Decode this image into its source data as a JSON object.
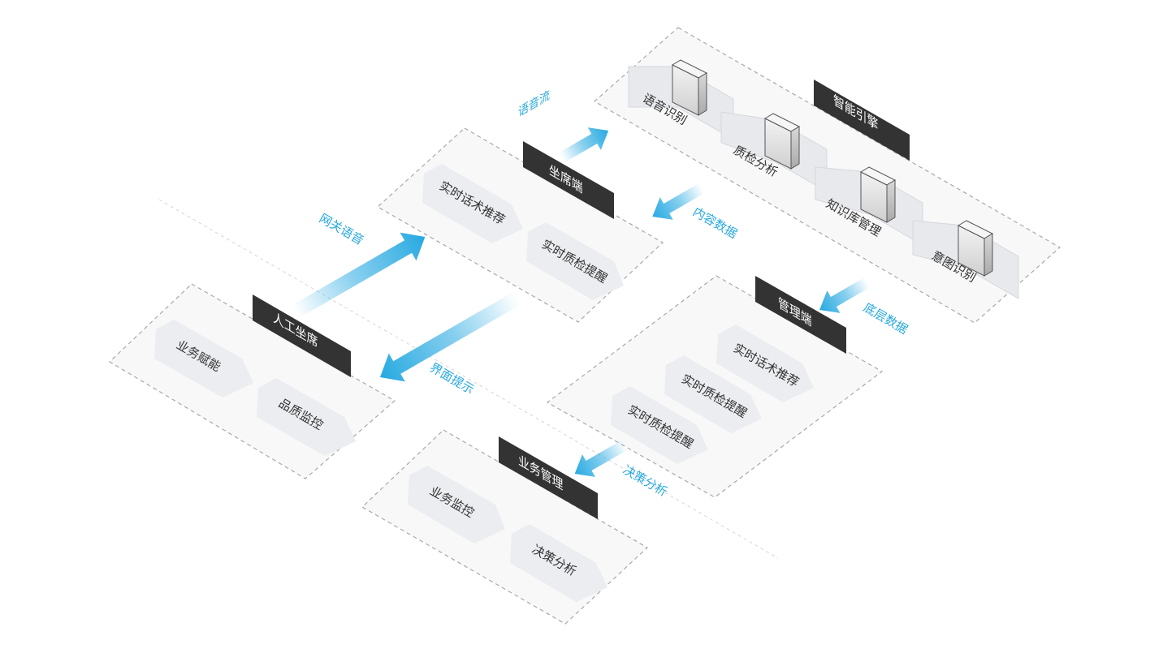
{
  "colors": {
    "accent": "#27a9e1",
    "tag_background": "#333333",
    "panel_background": "#f8f8f9",
    "module_background": "#ebedf0",
    "dashed_border": "#a9a9a9"
  },
  "panels": {
    "engine": {
      "title": "智能引擎",
      "modules": [
        "语音识别",
        "质检分析",
        "知识库管理",
        "意图识别"
      ],
      "module_icon": "server-icon"
    },
    "agent_client": {
      "title": "坐席端",
      "modules": [
        "实时话术推荐",
        "实时质检提醒"
      ]
    },
    "human_agent": {
      "title": "人工坐席",
      "modules": [
        "业务赋能",
        "品质监控"
      ]
    },
    "admin_client": {
      "title": "管理端",
      "modules": [
        "实时话术推荐",
        "实时质检提醒",
        "实时质检提醒"
      ]
    },
    "business_mgmt": {
      "title": "业务管理",
      "modules": [
        "业务监控",
        "决策分析"
      ]
    }
  },
  "flows": {
    "voice_stream": "语音流",
    "content_data": "内容数据",
    "gateway_voice": "网关语音",
    "ui_prompt": "界面提示",
    "base_data": "底层数据",
    "decision_analysis": "决策分析"
  }
}
